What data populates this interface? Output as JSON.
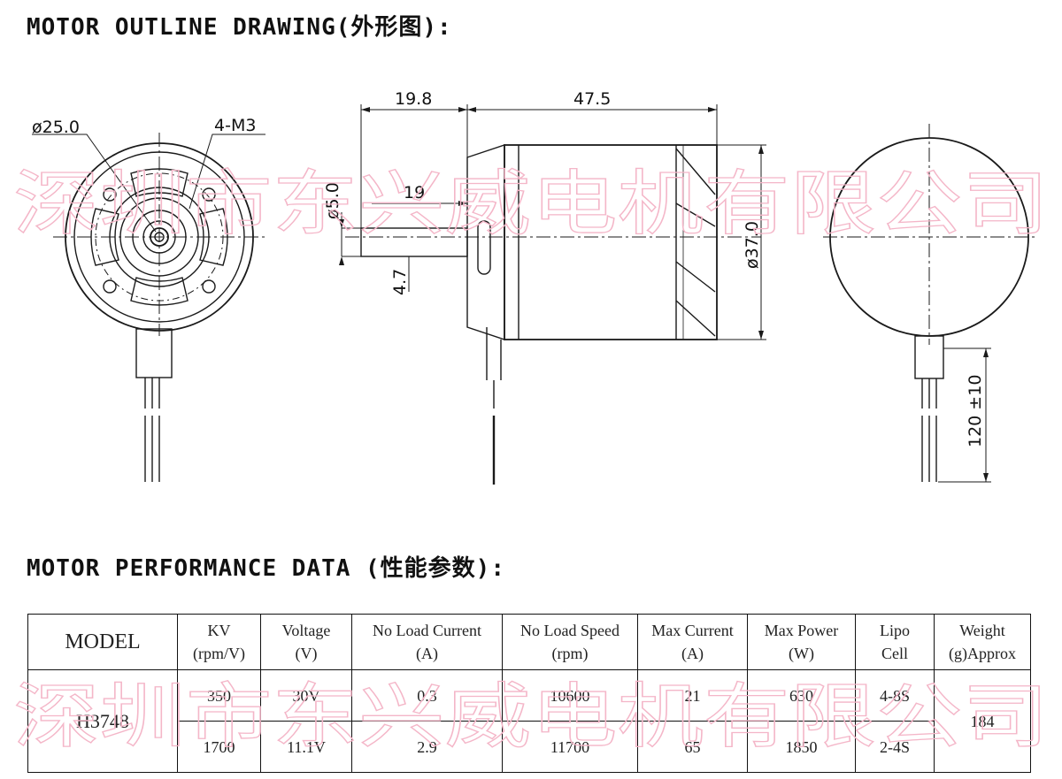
{
  "headings": {
    "outline": "MOTOR OUTLINE DRAWING(外形图):",
    "performance": "MOTOR PERFORMANCE DATA (性能参数):"
  },
  "watermark": {
    "text": "深圳市东兴威电机有限公司",
    "color": "#f4b6c8"
  },
  "drawing": {
    "dims": {
      "bolt_circle": "ø25.0",
      "screws": "4-M3",
      "shaft_len": "19.8",
      "body_len": "47.5",
      "shaft_dia": "ø5.0",
      "shaft_flat": "19",
      "shaft_offset": "4.7",
      "body_dia": "ø37.0",
      "lead_len": "120 ±10"
    }
  },
  "table": {
    "headers": [
      [
        "MODEL"
      ],
      [
        "KV",
        "(rpm/V)"
      ],
      [
        "Voltage",
        "(V)"
      ],
      [
        "No Load Current",
        "(A)"
      ],
      [
        "No Load Speed",
        "(rpm)"
      ],
      [
        "Max Current",
        "(A)"
      ],
      [
        "Max Power",
        "(W)"
      ],
      [
        "Lipo",
        "Cell"
      ],
      [
        "Weight",
        "(g)Approx"
      ]
    ],
    "model": "H3748",
    "weight": "184",
    "rows": [
      {
        "kv": "350",
        "voltage": "30V",
        "noload_current": "0.3",
        "noload_speed": "10600",
        "max_current": "21",
        "max_power": "630",
        "lipo": "4-8S"
      },
      {
        "kv": "1700",
        "voltage": "11.1V",
        "noload_current": "2.9",
        "noload_speed": "11700",
        "max_current": "65",
        "max_power": "1850",
        "lipo": "2-4S"
      }
    ]
  }
}
